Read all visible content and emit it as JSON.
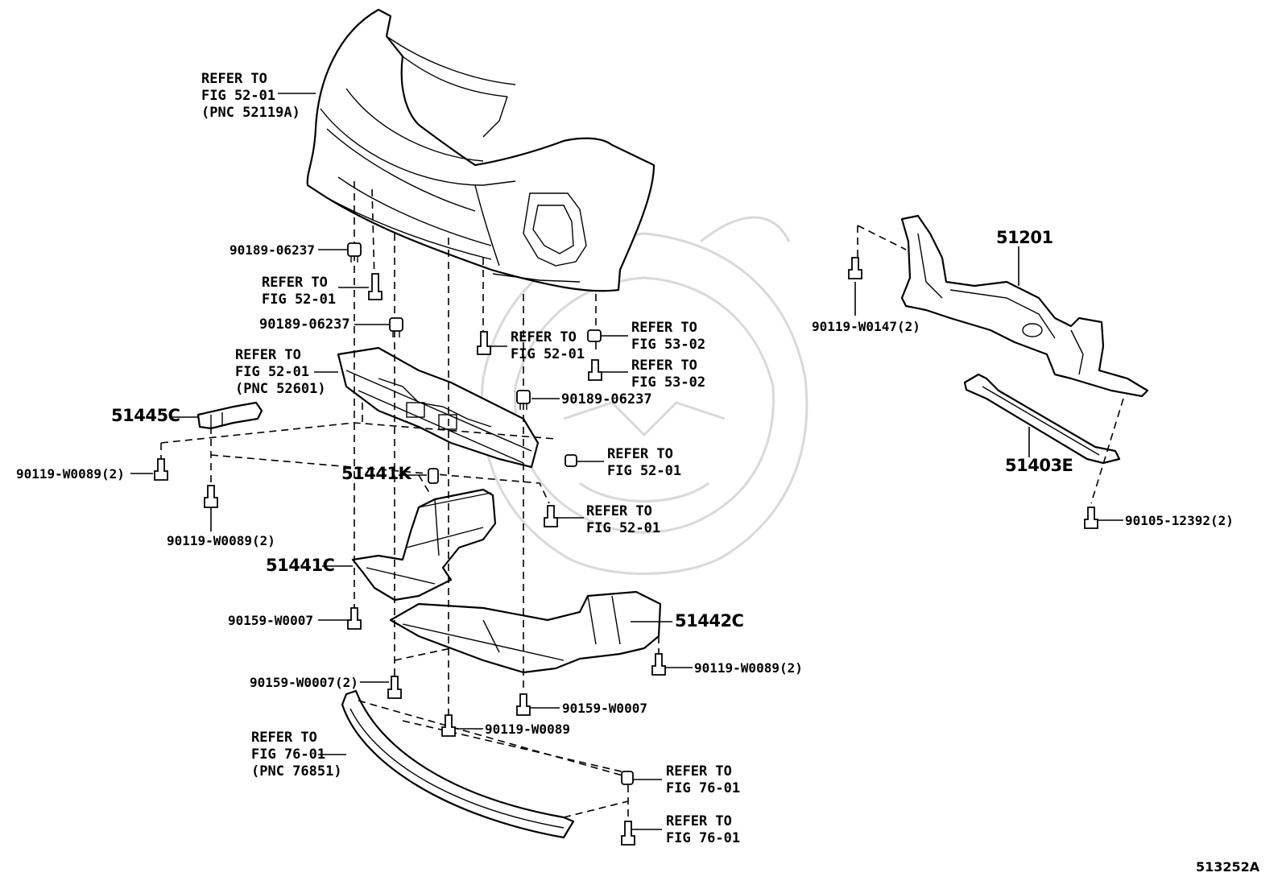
{
  "diagram_code": "513252A",
  "labels": {
    "ref_52_01_pnc52119a": [
      "REFER TO",
      "FIG 52-01",
      "(PNC 52119A)"
    ],
    "clip_90189_06237_a": "90189-06237",
    "ref_52_01_a": [
      "REFER TO",
      "FIG 52-01"
    ],
    "clip_90189_06237_b": "90189-06237",
    "ref_52_01_pnc52601": [
      "REFER TO",
      "FIG 52-01",
      "(PNC 52601)"
    ],
    "ref_52_01_b": [
      "REFER TO",
      "FIG 52-01"
    ],
    "ref_53_02_a": [
      "REFER TO",
      "FIG 53-02"
    ],
    "ref_53_02_b": [
      "REFER TO",
      "FIG 53-02"
    ],
    "clip_90189_06237_c": "90189-06237",
    "part_51445c": "51445C",
    "bolt_90119_w0089_2_a": "90119-W0089(2)",
    "bolt_90119_w0089_2_b": "90119-W0089(2)",
    "ref_52_01_c": [
      "REFER TO",
      "FIG 52-01"
    ],
    "part_51441k": "51441K",
    "ref_52_01_d": [
      "REFER TO",
      "FIG 52-01"
    ],
    "part_51441c": "51441C",
    "bolt_90159_w0007_a": "90159-W0007",
    "part_51442c": "51442C",
    "bolt_90119_w0089_2_c": "90119-W0089(2)",
    "bolt_90159_w0007_2": "90159-W0007(2)",
    "bolt_90159_w0007_b": "90159-W0007",
    "bolt_90119_w0089": "90119-W0089",
    "ref_76_01_pnc76851": [
      "REFER TO",
      "FIG 76-01",
      "(PNC 76851)"
    ],
    "ref_76_01_a": [
      "REFER TO",
      "FIG 76-01"
    ],
    "ref_76_01_b": [
      "REFER TO",
      "FIG 76-01"
    ],
    "part_51201": "51201",
    "bolt_90119_w0147_2": "90119-W0147(2)",
    "part_51403e": "51403E",
    "bolt_90105_12392_2": "90105-12392(2)"
  }
}
